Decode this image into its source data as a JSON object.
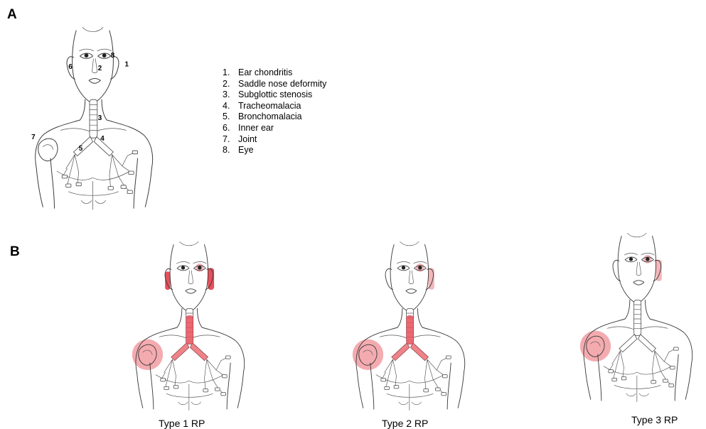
{
  "panels": {
    "a_label": "A",
    "b_label": "B"
  },
  "legend": [
    {
      "num": "1.",
      "text": "Ear chondritis"
    },
    {
      "num": "2.",
      "text": "Saddle nose deformity"
    },
    {
      "num": "3.",
      "text": "Subglottic stenosis"
    },
    {
      "num": "4.",
      "text": "Tracheomalacia"
    },
    {
      "num": "5.",
      "text": "Bronchomalacia"
    },
    {
      "num": "6.",
      "text": "Inner ear"
    },
    {
      "num": "7.",
      "text": "Joint"
    },
    {
      "num": "8.",
      "text": "Eye"
    }
  ],
  "markers": {
    "m1": "1",
    "m2": "2",
    "m3": "3",
    "m4": "4",
    "m5": "5",
    "m6": "6",
    "m7": "7",
    "m8": "8"
  },
  "captions": {
    "type1": "Type 1 RP",
    "type2": "Type 2 RP",
    "type3": "Type 3 RP"
  },
  "colors": {
    "highlight": "#e8505a",
    "highlight_soft": "#f4b6b9",
    "line": "#3a3a3a"
  }
}
